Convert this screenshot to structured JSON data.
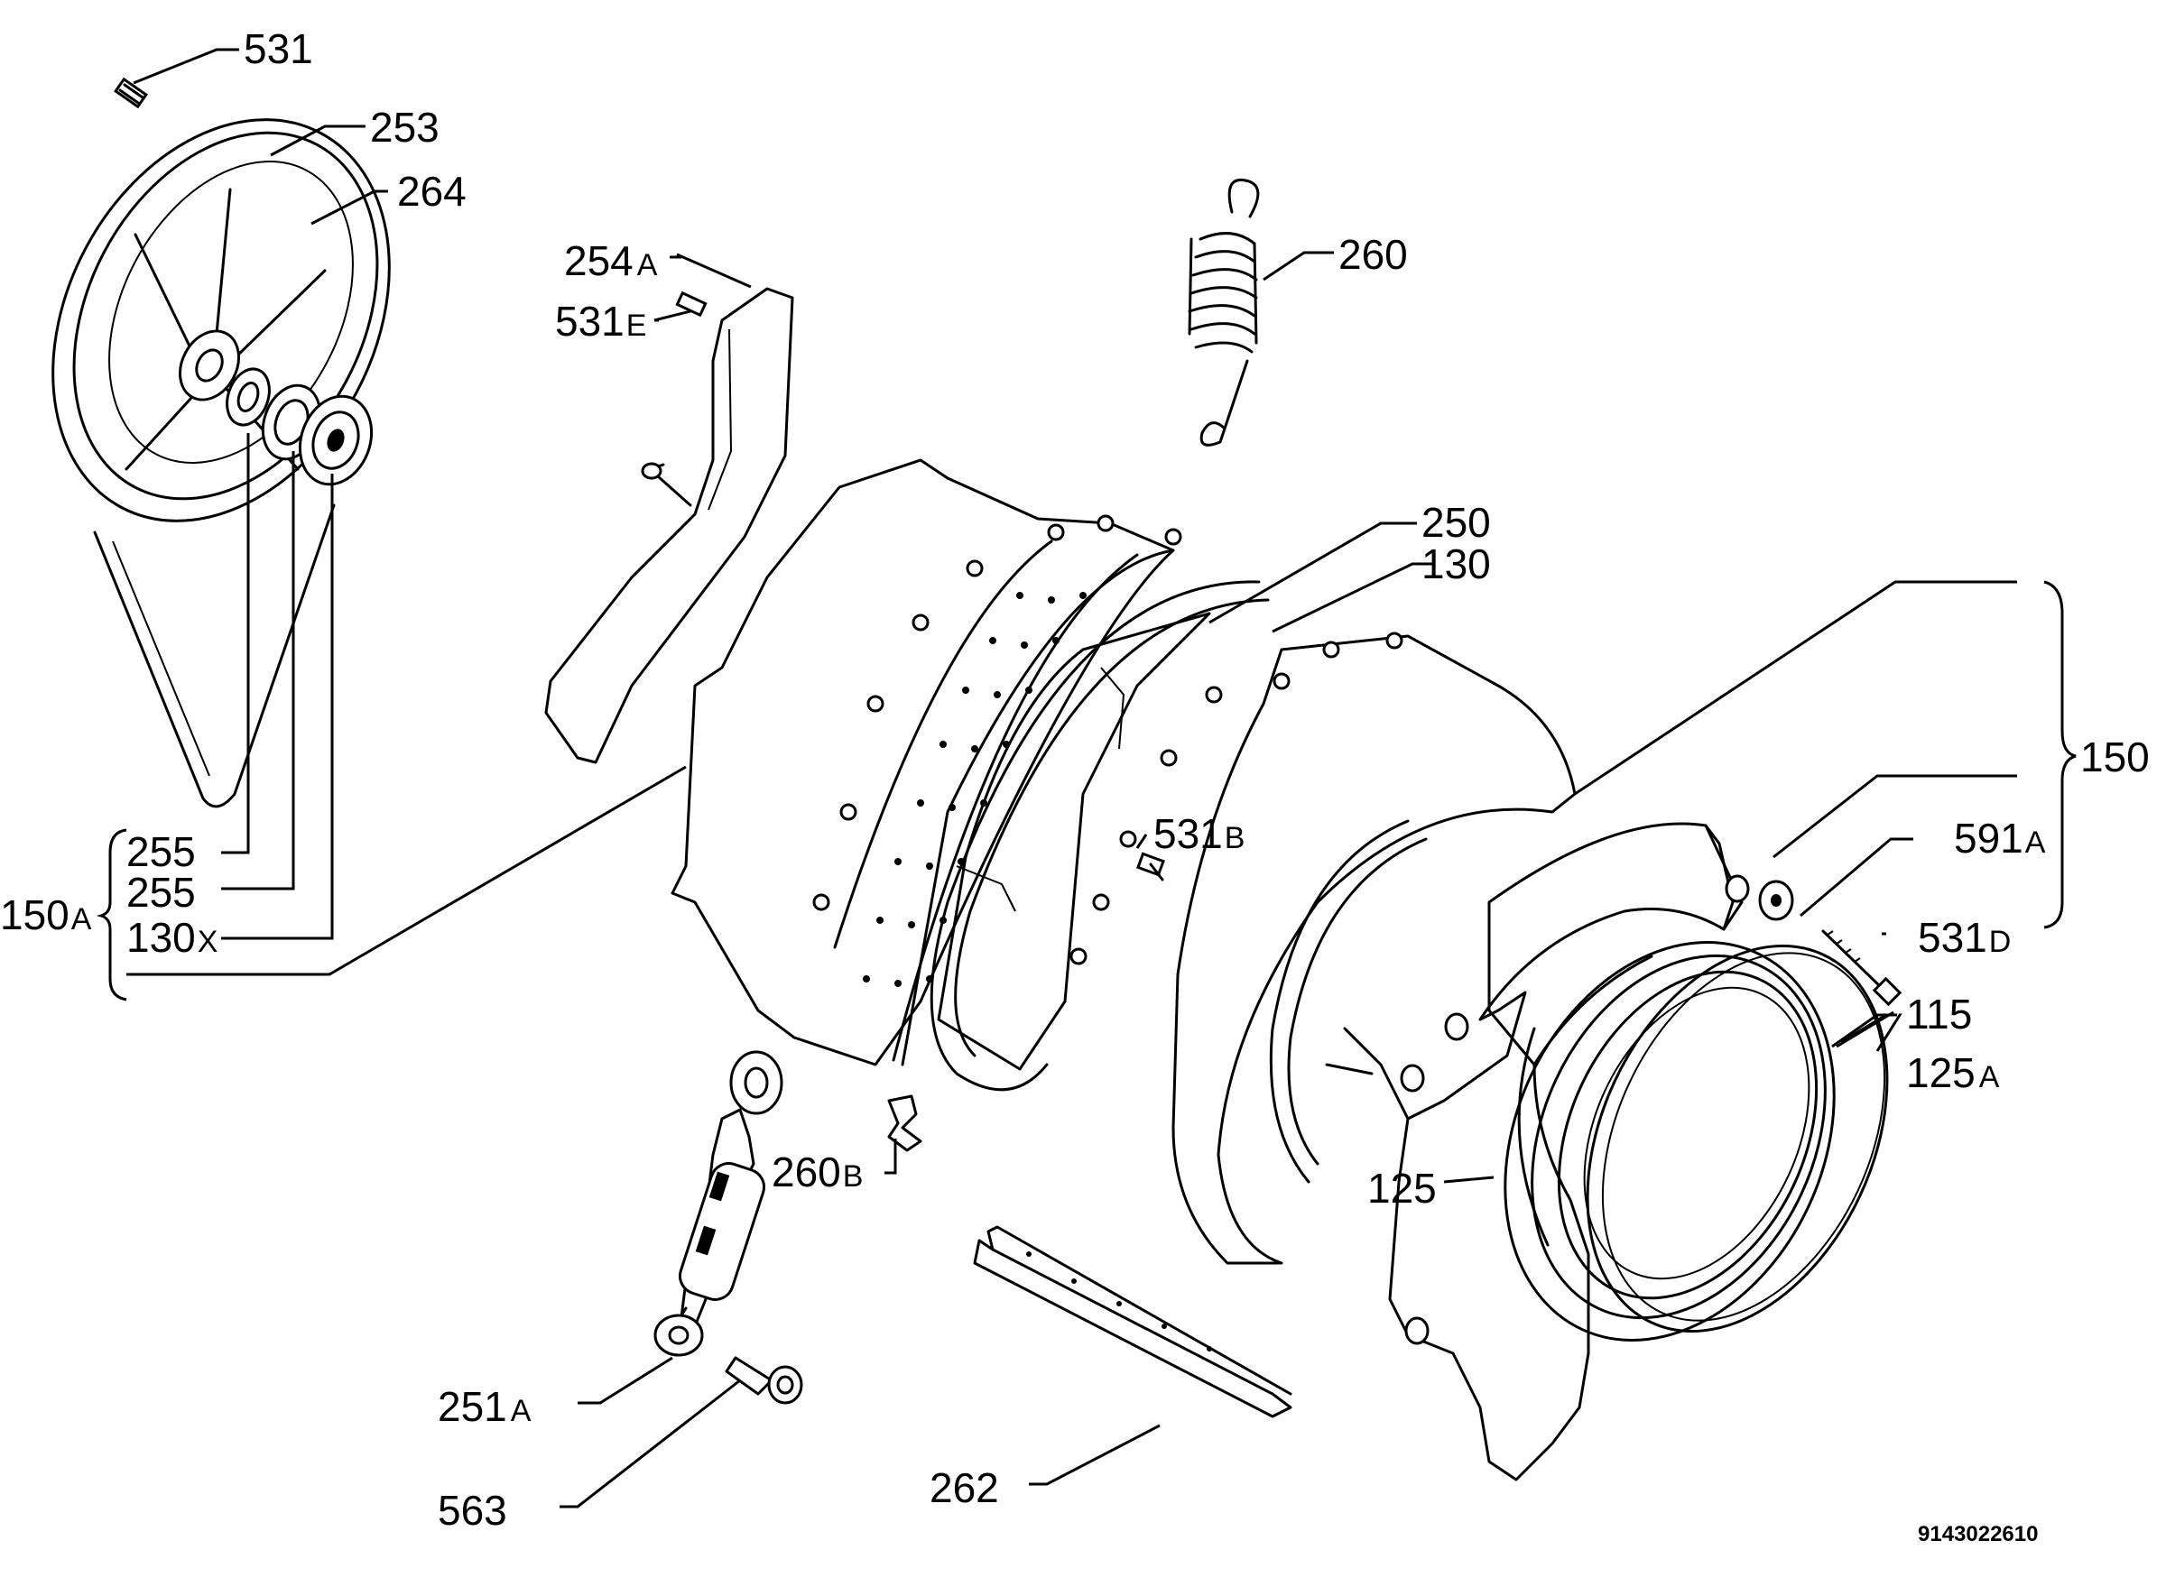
{
  "diagram": {
    "document_code": "9143022610",
    "labels": {
      "p531": {
        "num": "531",
        "suffix": ""
      },
      "p253": {
        "num": "253",
        "suffix": ""
      },
      "p264": {
        "num": "264",
        "suffix": ""
      },
      "p254a": {
        "num": "254",
        "suffix": "A"
      },
      "p531e": {
        "num": "531",
        "suffix": "E"
      },
      "p260": {
        "num": "260",
        "suffix": ""
      },
      "p250": {
        "num": "250",
        "suffix": ""
      },
      "p130": {
        "num": "130",
        "suffix": ""
      },
      "p150": {
        "num": "150",
        "suffix": ""
      },
      "p531b": {
        "num": "531",
        "suffix": "B"
      },
      "p591a": {
        "num": "591",
        "suffix": "A"
      },
      "p531d": {
        "num": "531",
        "suffix": "D"
      },
      "p115": {
        "num": "115",
        "suffix": ""
      },
      "p125a": {
        "num": "125",
        "suffix": "A"
      },
      "p125": {
        "num": "125",
        "suffix": ""
      },
      "p255a": {
        "num": "255",
        "suffix": ""
      },
      "p255b": {
        "num": "255",
        "suffix": ""
      },
      "p130x": {
        "num": "130",
        "suffix": "X"
      },
      "p150a": {
        "num": "150",
        "suffix": "A"
      },
      "p260b": {
        "num": "260",
        "suffix": "B"
      },
      "p251a": {
        "num": "251",
        "suffix": "A"
      },
      "p563": {
        "num": "563",
        "suffix": ""
      },
      "p262": {
        "num": "262",
        "suffix": ""
      }
    }
  }
}
